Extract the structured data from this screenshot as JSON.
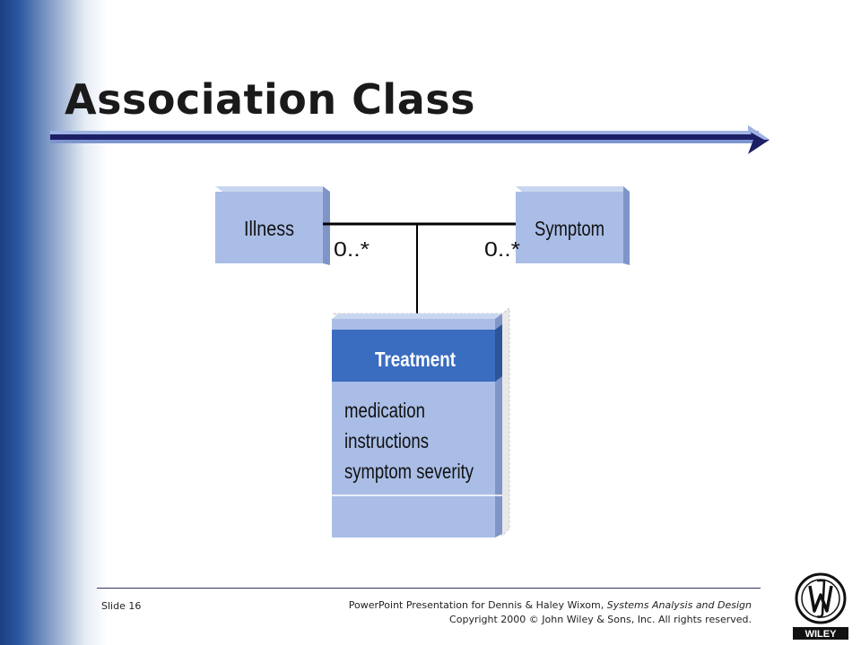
{
  "slide": {
    "title": "Association Class"
  },
  "diagram": {
    "classes": {
      "illness": {
        "name": "Illness"
      },
      "symptom": {
        "name": "Symptom"
      },
      "treatment": {
        "name": "Treatment",
        "attributes": [
          "medication",
          "instructions",
          "symptom severity"
        ]
      }
    },
    "multiplicities": {
      "illness_end": "0..*",
      "symptom_end": "0..*"
    },
    "colors": {
      "box_fill": "#a9bde6",
      "box_side": "#7f95c8",
      "header_fill": "#3a6cc0",
      "line": "#000000"
    }
  },
  "footer": {
    "slide_number": "Slide 16",
    "credit_prefix": "PowerPoint Presentation for Dennis & Haley Wixom, ",
    "book_title": "Systems Analysis and Design",
    "copyright": "Copyright 2000 © John Wiley & Sons, Inc.  All rights reserved."
  },
  "logo": {
    "icon": "wiley-logo-icon",
    "text": "WILEY"
  }
}
